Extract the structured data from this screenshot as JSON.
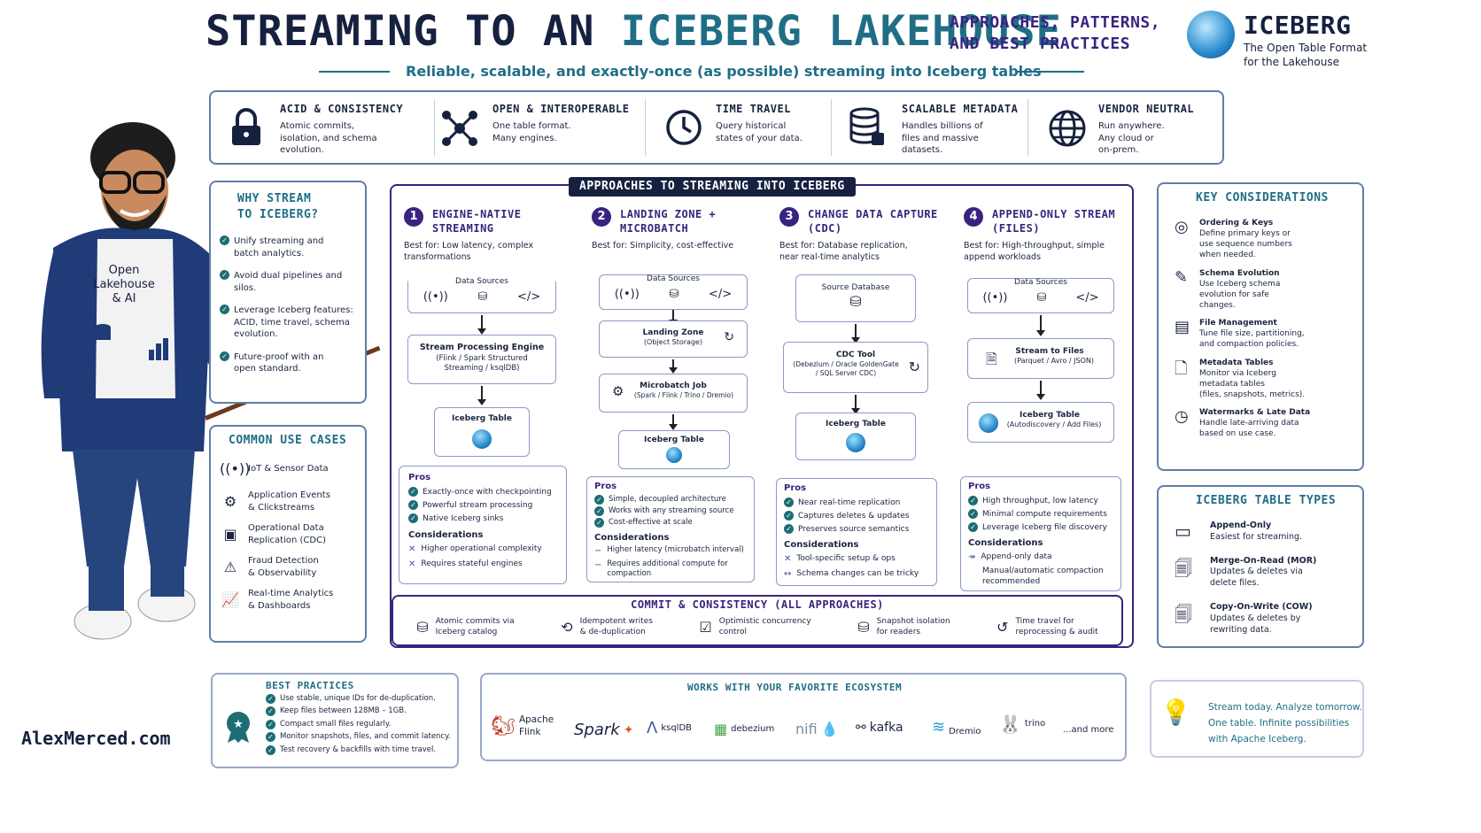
{
  "header": {
    "title_part1": "STREAMING TO AN",
    "title_part2": "ICEBERG LAKEHOUSE",
    "subtitle_line1": "APPROACHES, PATTERNS,",
    "subtitle_line2": "AND BEST PRACTICES",
    "tagline": "Reliable, scalable, and exactly-once (as possible) streaming into Iceberg tables",
    "brand_name": "ICEBERG",
    "brand_tag_line1": "The Open Table Format",
    "brand_tag_line2": "for the Lakehouse"
  },
  "features": [
    {
      "icon": "lock-icon",
      "title": "ACID & CONSISTENCY",
      "l1": "Atomic commits,",
      "l2": "isolation, and schema",
      "l3": "evolution."
    },
    {
      "icon": "network-icon",
      "title": "OPEN & INTEROPERABLE",
      "l1": "One table format.",
      "l2": "Many engines.",
      "l3": ""
    },
    {
      "icon": "clock-icon",
      "title": "TIME TRAVEL",
      "l1": "Query historical",
      "l2": "states of your data.",
      "l3": ""
    },
    {
      "icon": "database-icon",
      "title": "SCALABLE METADATA",
      "l1": "Handles billions of",
      "l2": "files and massive",
      "l3": "datasets."
    },
    {
      "icon": "globe-icon",
      "title": "VENDOR NEUTRAL",
      "l1": "Run anywhere.",
      "l2": "Any cloud or",
      "l3": "on-prem."
    }
  ],
  "why": {
    "title_line1": "WHY STREAM",
    "title_line2": "TO ICEBERG?",
    "items": [
      {
        "l1": "Unify streaming and",
        "l2": "batch analytics.",
        "l3": ""
      },
      {
        "l1": "Avoid dual pipelines and",
        "l2": "silos.",
        "l3": ""
      },
      {
        "l1": "Leverage Iceberg features:",
        "l2": "ACID, time travel, schema",
        "l3": "evolution."
      },
      {
        "l1": "Future-proof with an",
        "l2": "open standard.",
        "l3": ""
      }
    ]
  },
  "shirt": {
    "l1": "Open",
    "l2": "Lakehouse",
    "l3": "& AI"
  },
  "use_cases": {
    "title": "COMMON USE CASES",
    "items": [
      {
        "icon": "sensor-icon",
        "l1": "IoT & Sensor Data",
        "l2": ""
      },
      {
        "icon": "events-icon",
        "l1": "Application Events",
        "l2": "& Clickstreams"
      },
      {
        "icon": "replication-icon",
        "l1": "Operational Data",
        "l2": "Replication (CDC)"
      },
      {
        "icon": "fraud-icon",
        "l1": "Fraud Detection",
        "l2": "& Observability"
      },
      {
        "icon": "analytics-icon",
        "l1": "Real-time Analytics",
        "l2": "& Dashboards"
      }
    ]
  },
  "approaches": {
    "banner": "APPROACHES TO STREAMING INTO ICEBERG",
    "a1": {
      "num": "1",
      "title_l1": "ENGINE-NATIVE",
      "title_l2": "STREAMING",
      "best_l1": "Best for: Low latency, complex",
      "best_l2": "transformations",
      "sources": "Data Sources",
      "engine_l1": "Stream Processing Engine",
      "engine_l2": "(Flink / Spark Structured",
      "engine_l3": "Streaming / ksqlDB)",
      "table": "Iceberg Table",
      "pros_title": "Pros",
      "pros": [
        "Exactly-once with checkpointing",
        "Powerful stream processing",
        "Native Iceberg sinks"
      ],
      "cons_title": "Considerations",
      "cons": [
        "Higher operational complexity",
        "Requires stateful engines"
      ]
    },
    "a2": {
      "num": "2",
      "title_l1": "LANDING ZONE +",
      "title_l2": "MICROBATCH",
      "best_l1": "Best for: Simplicity, cost-effective",
      "best_l2": "",
      "sources": "Data Sources",
      "landing_l1": "Landing Zone",
      "landing_l2": "(Object Storage)",
      "job_l1": "Microbatch Job",
      "job_l2": "(Spark / Flink / Trino / Dremio)",
      "table": "Iceberg Table",
      "pros_title": "Pros",
      "pros": [
        "Simple, decoupled architecture",
        "Works with any streaming source",
        "Cost-effective at scale"
      ],
      "cons_title": "Considerations",
      "cons": [
        "Higher latency (microbatch interval)",
        "Requires additional compute for",
        "compaction"
      ]
    },
    "a3": {
      "num": "3",
      "title_l1": "CHANGE DATA CAPTURE",
      "title_l2": "(CDC)",
      "best_l1": "Best for: Database replication,",
      "best_l2": "near real-time analytics",
      "source": "Source Database",
      "tool_l1": "CDC Tool",
      "tool_l2": "(Debezium / Oracle GoldenGate",
      "tool_l3": "/ SQL Server CDC)",
      "table": "Iceberg Table",
      "pros_title": "Pros",
      "pros": [
        "Near real-time replication",
        "Captures deletes & updates",
        "Preserves source semantics"
      ],
      "cons_title": "Considerations",
      "cons": [
        "Tool-specific setup & ops",
        "Schema changes can be tricky"
      ]
    },
    "a4": {
      "num": "4",
      "title_l1": "APPEND-ONLY STREAM",
      "title_l2": "(FILES)",
      "best_l1": "Best for: High-throughput, simple",
      "best_l2": "append workloads",
      "sources": "Data Sources",
      "files_l1": "Stream to Files",
      "files_l2": "(Parquet / Avro / JSON)",
      "table_l1": "Iceberg Table",
      "table_l2": "(Autodiscovery / Add Files)",
      "pros_title": "Pros",
      "pros": [
        "High throughput, low latency",
        "Minimal compute requirements",
        "Leverage Iceberg file discovery"
      ],
      "cons_title": "Considerations",
      "cons": [
        "Append-only data",
        "Manual/automatic compaction",
        "recommended"
      ]
    }
  },
  "commit": {
    "title": "COMMIT & CONSISTENCY (ALL APPROACHES)",
    "items": [
      {
        "icon": "commit-icon",
        "l1": "Atomic commits via",
        "l2": "Iceberg catalog"
      },
      {
        "icon": "dedupe-icon",
        "l1": "Idempotent writes",
        "l2": "& de-duplication"
      },
      {
        "icon": "concurrency-icon",
        "l1": "Optimistic concurrency",
        "l2": "control"
      },
      {
        "icon": "snapshot-icon",
        "l1": "Snapshot isolation",
        "l2": "for readers"
      },
      {
        "icon": "timetravel-icon",
        "l1": "Time travel for",
        "l2": "reprocessing & audit"
      }
    ]
  },
  "key": {
    "title": "KEY CONSIDERATIONS",
    "items": [
      {
        "icon": "target-icon",
        "t": "Ordering & Keys",
        "l1": "Define primary keys or",
        "l2": "use sequence numbers",
        "l3": "when needed."
      },
      {
        "icon": "edit-icon",
        "t": "Schema Evolution",
        "l1": "Use Iceberg schema",
        "l2": "evolution for safe",
        "l3": "changes."
      },
      {
        "icon": "file-mgmt-icon",
        "t": "File Management",
        "l1": "Tune file size, partitioning,",
        "l2": "and compaction policies.",
        "l3": ""
      },
      {
        "icon": "metadata-icon",
        "t": "Metadata Tables",
        "l1": "Monitor via Iceberg",
        "l2": "metadata tables",
        "l3": "(files, snapshots, metrics)."
      },
      {
        "icon": "watermark-icon",
        "t": "Watermarks & Late Data",
        "l1": "Handle late-arriving data",
        "l2": "based on use case.",
        "l3": ""
      }
    ]
  },
  "types": {
    "title": "ICEBERG TABLE TYPES",
    "items": [
      {
        "icon": "append-icon",
        "t": "Append-Only",
        "l1": "Easiest for streaming.",
        "l2": ""
      },
      {
        "icon": "mor-icon",
        "t": "Merge-On-Read (MOR)",
        "l1": "Updates & deletes via",
        "l2": "delete files."
      },
      {
        "icon": "cow-icon",
        "t": "Copy-On-Write (COW)",
        "l1": "Updates & deletes by",
        "l2": "rewriting data."
      }
    ]
  },
  "best": {
    "title": "BEST PRACTICES",
    "items": [
      "Use stable, unique IDs for de-duplication.",
      "Keep files between 128MB – 1GB.",
      "Compact small files regularly.",
      "Monitor snapshots, files, and commit latency.",
      "Test recovery & backfills with time travel."
    ]
  },
  "eco": {
    "title": "WORKS WITH YOUR FAVORITE ECOSYSTEM",
    "flink_l1": "Apache",
    "flink_l2": "Flink",
    "spark": "Spark",
    "ksql": "ksqlDB",
    "debezium": "debezium",
    "nifi": "nifi",
    "kafka": "kafka",
    "dremio": "Dremio",
    "trino": "trino",
    "more": "...and more"
  },
  "cta": {
    "l1": "Stream today. Analyze tomorrow.",
    "l2": "One table. Infinite possibilities",
    "l3": "with Apache Iceberg."
  },
  "footer": {
    "site": "AlexMerced.com"
  },
  "colors": {
    "navy": "#16203f",
    "teal": "#1f6e86",
    "purple": "#3a237f",
    "border": "#5f7fa6",
    "check": "#1e6d73"
  }
}
